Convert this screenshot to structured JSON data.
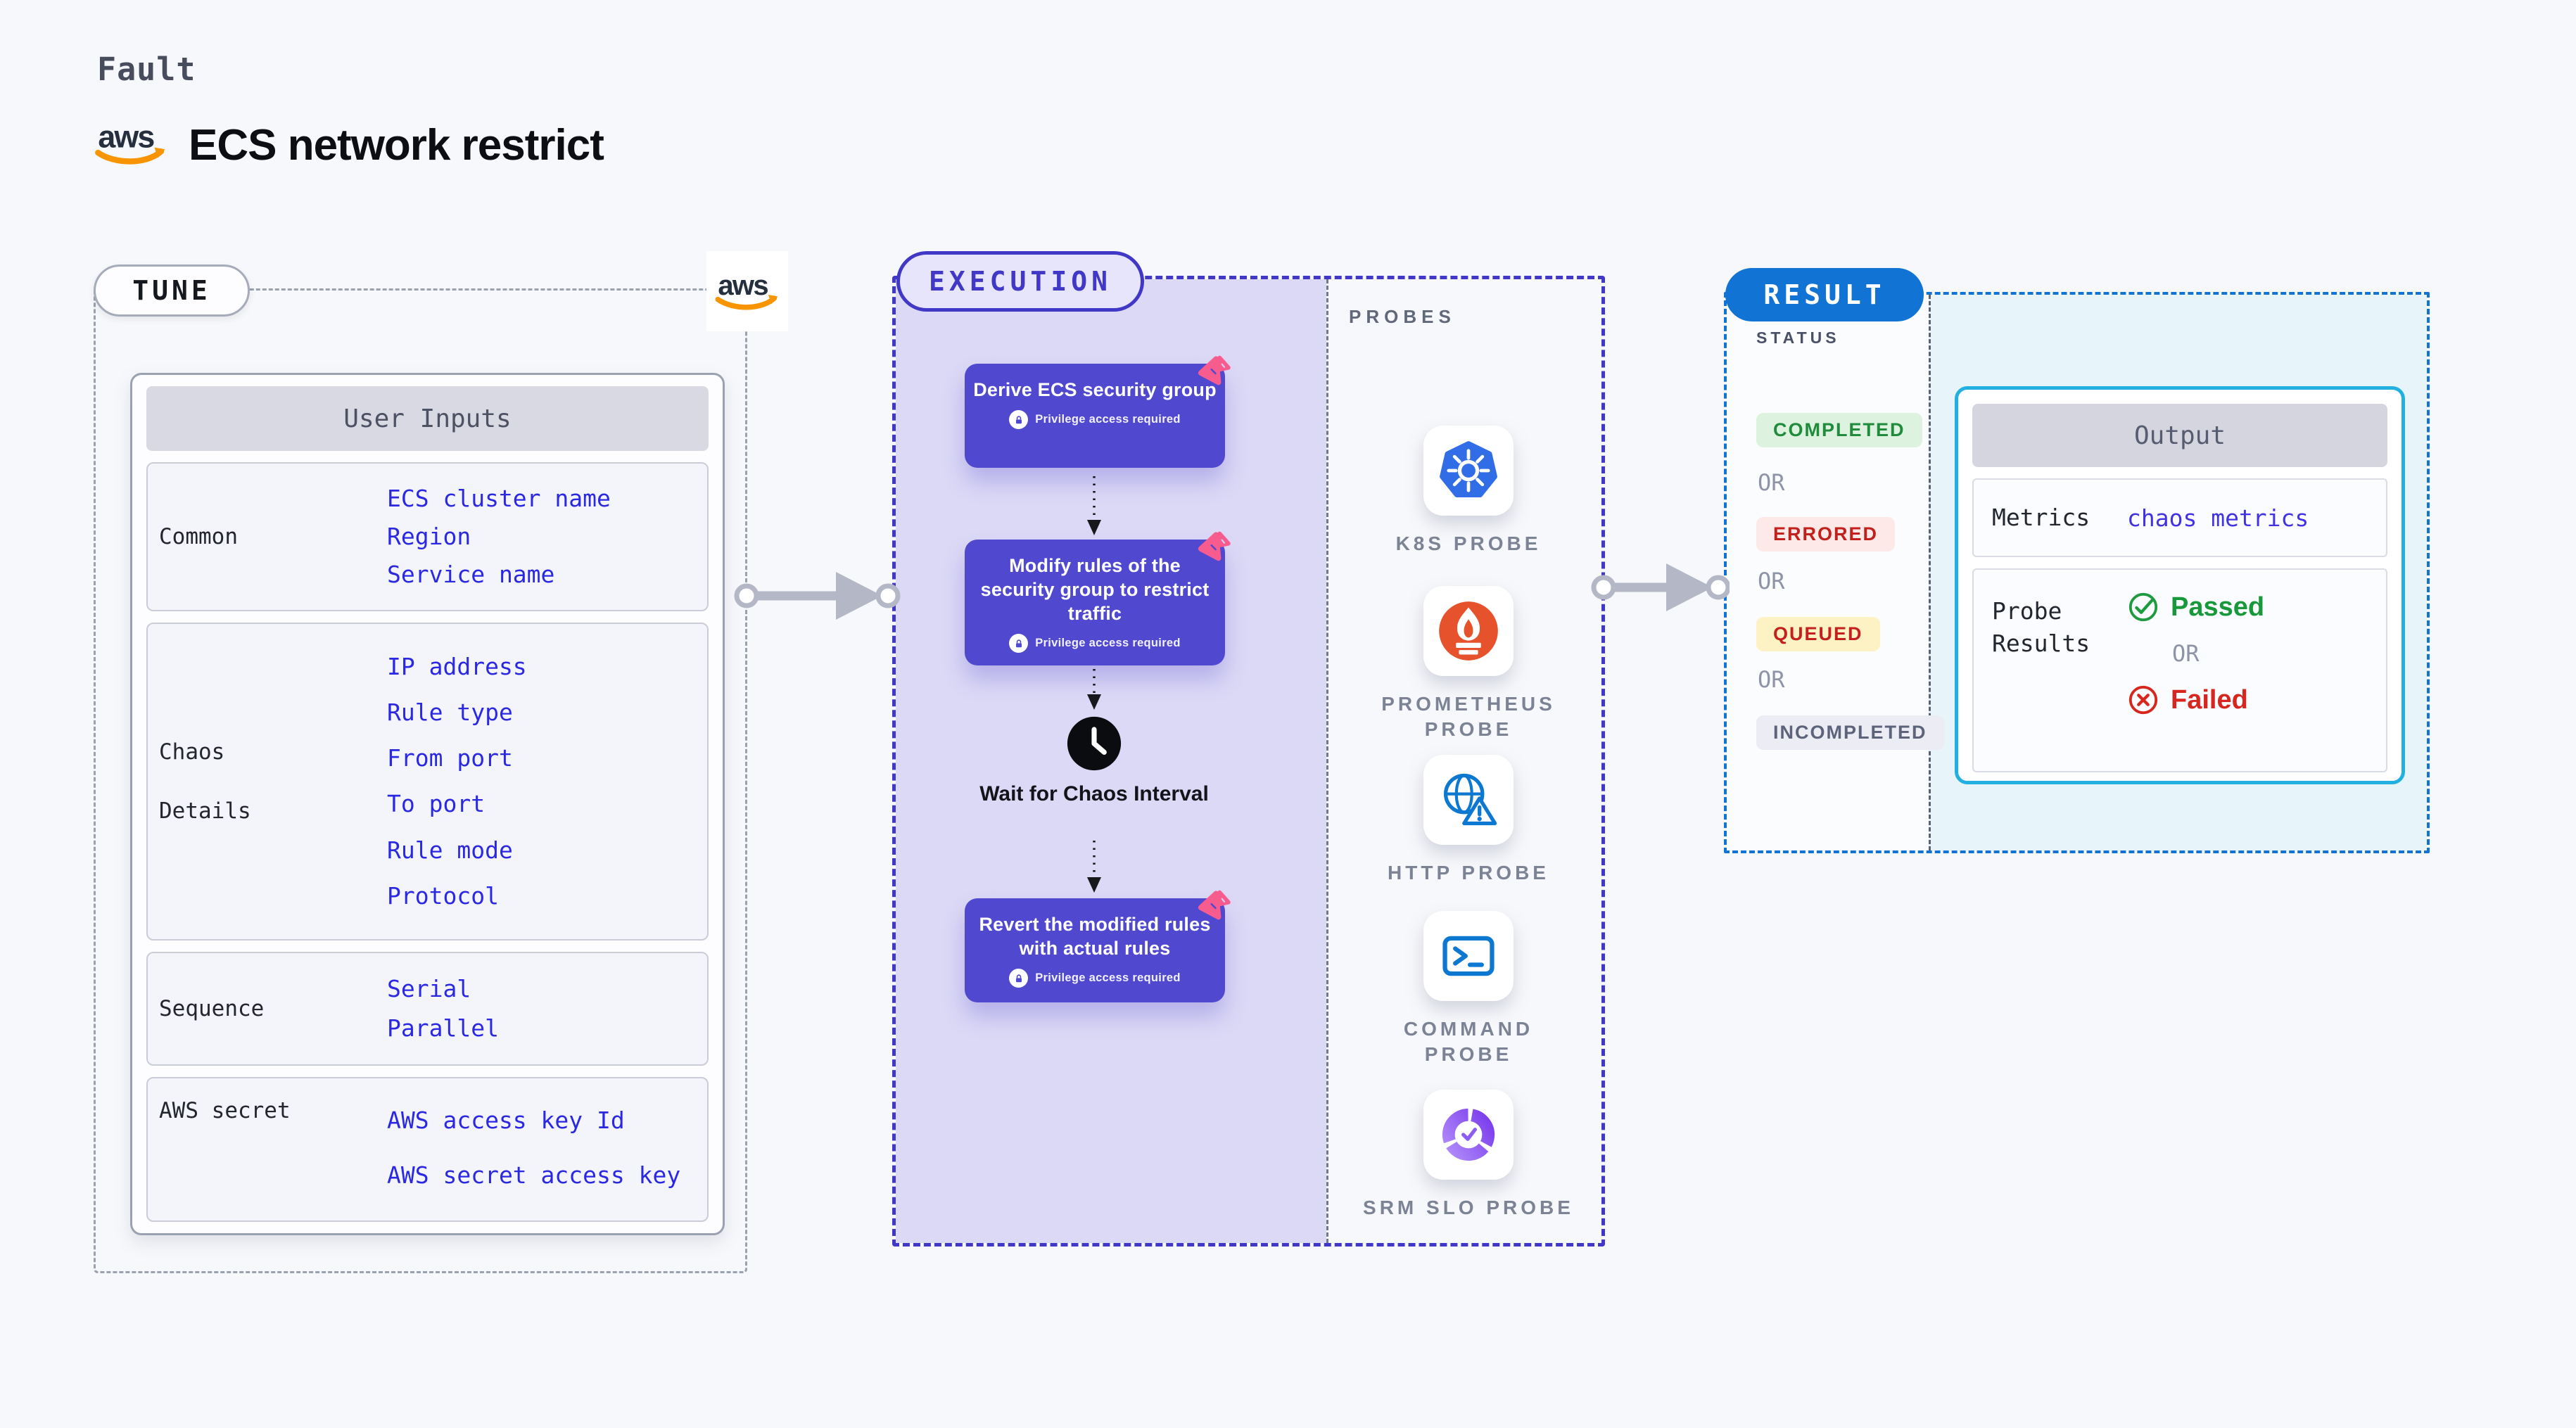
{
  "colors": {
    "page_bg": "#f7f8fb",
    "accent_indigo": "#4238c8",
    "execution_fill": "#dcd9f6",
    "step_purple": "#5148d0",
    "step_corner_pink": "#f85c8e",
    "link_blue": "#2b28e4",
    "result_blue": "#1173d4",
    "output_border_cyan": "#22b0e1",
    "result_panel_cyan": "#e7f5fb",
    "passed_green": "#17993a",
    "failed_red": "#d7261d",
    "queued_bg": "#fcf2c4",
    "completed_bg": "#def3df",
    "errored_bg": "#fce9e8",
    "incompleted_bg": "#ecedf4",
    "aws_orange": "#f79400",
    "kubernetes_blue": "#316de6",
    "prometheus_orange": "#e6522c",
    "probe_icon_blue": "#0d78d2",
    "slo_purple": "#8b5cf6"
  },
  "header": {
    "eyebrow": "Fault",
    "title": "ECS network restrict",
    "aws_logo": "aws"
  },
  "tune": {
    "label": "TUNE",
    "user_inputs": {
      "title": "User Inputs",
      "rows": [
        {
          "label": "Common",
          "links": [
            "ECS cluster name",
            "Region",
            "Service name"
          ]
        },
        {
          "label": "Chaos Details",
          "links": [
            "IP address",
            "Rule type",
            "From port",
            "To port",
            "Rule mode",
            "Protocol"
          ]
        },
        {
          "label": "Sequence",
          "links": [
            "Serial",
            "Parallel"
          ]
        },
        {
          "label": "AWS secret",
          "links": [
            "AWS access key Id",
            "AWS secret access key"
          ]
        }
      ]
    }
  },
  "execution": {
    "label": "EXECUTION",
    "steps": [
      {
        "title": "Derive ECS security group",
        "privilege": "Privilege access required",
        "icon": "pink-chaos-icon"
      },
      {
        "title": "Modify rules of the security group to restrict traffic",
        "privilege": "Privilege access required",
        "icon": "pink-chaos-icon"
      },
      {
        "title": "Revert the modified rules with actual rules",
        "privilege": "Privilege access required",
        "icon": "pink-chaos-icon"
      }
    ],
    "wait_label": "Wait for Chaos Interval",
    "wait_icon": "clock-icon"
  },
  "probes": {
    "label": "PROBES",
    "items": [
      {
        "name": "K8S PROBE",
        "icon": "kubernetes-icon"
      },
      {
        "name": "PROMETHEUS PROBE",
        "icon": "prometheus-icon"
      },
      {
        "name": "HTTP PROBE",
        "icon": "http-globe-icon"
      },
      {
        "name": "COMMAND PROBE",
        "icon": "terminal-icon"
      },
      {
        "name": "SRM SLO PROBE",
        "icon": "slo-donut-icon"
      }
    ]
  },
  "result": {
    "label": "RESULT",
    "status_heading": "STATUS",
    "or_label": "OR",
    "statuses": [
      {
        "text": "COMPLETED"
      },
      {
        "text": "ERRORED"
      },
      {
        "text": "QUEUED"
      },
      {
        "text": "INCOMPLETED"
      }
    ],
    "output": {
      "title": "Output",
      "metrics_label": "Metrics",
      "metrics_value": "chaos metrics",
      "probe_results_label": "Probe Results",
      "passed": "Passed",
      "failed": "Failed"
    }
  }
}
